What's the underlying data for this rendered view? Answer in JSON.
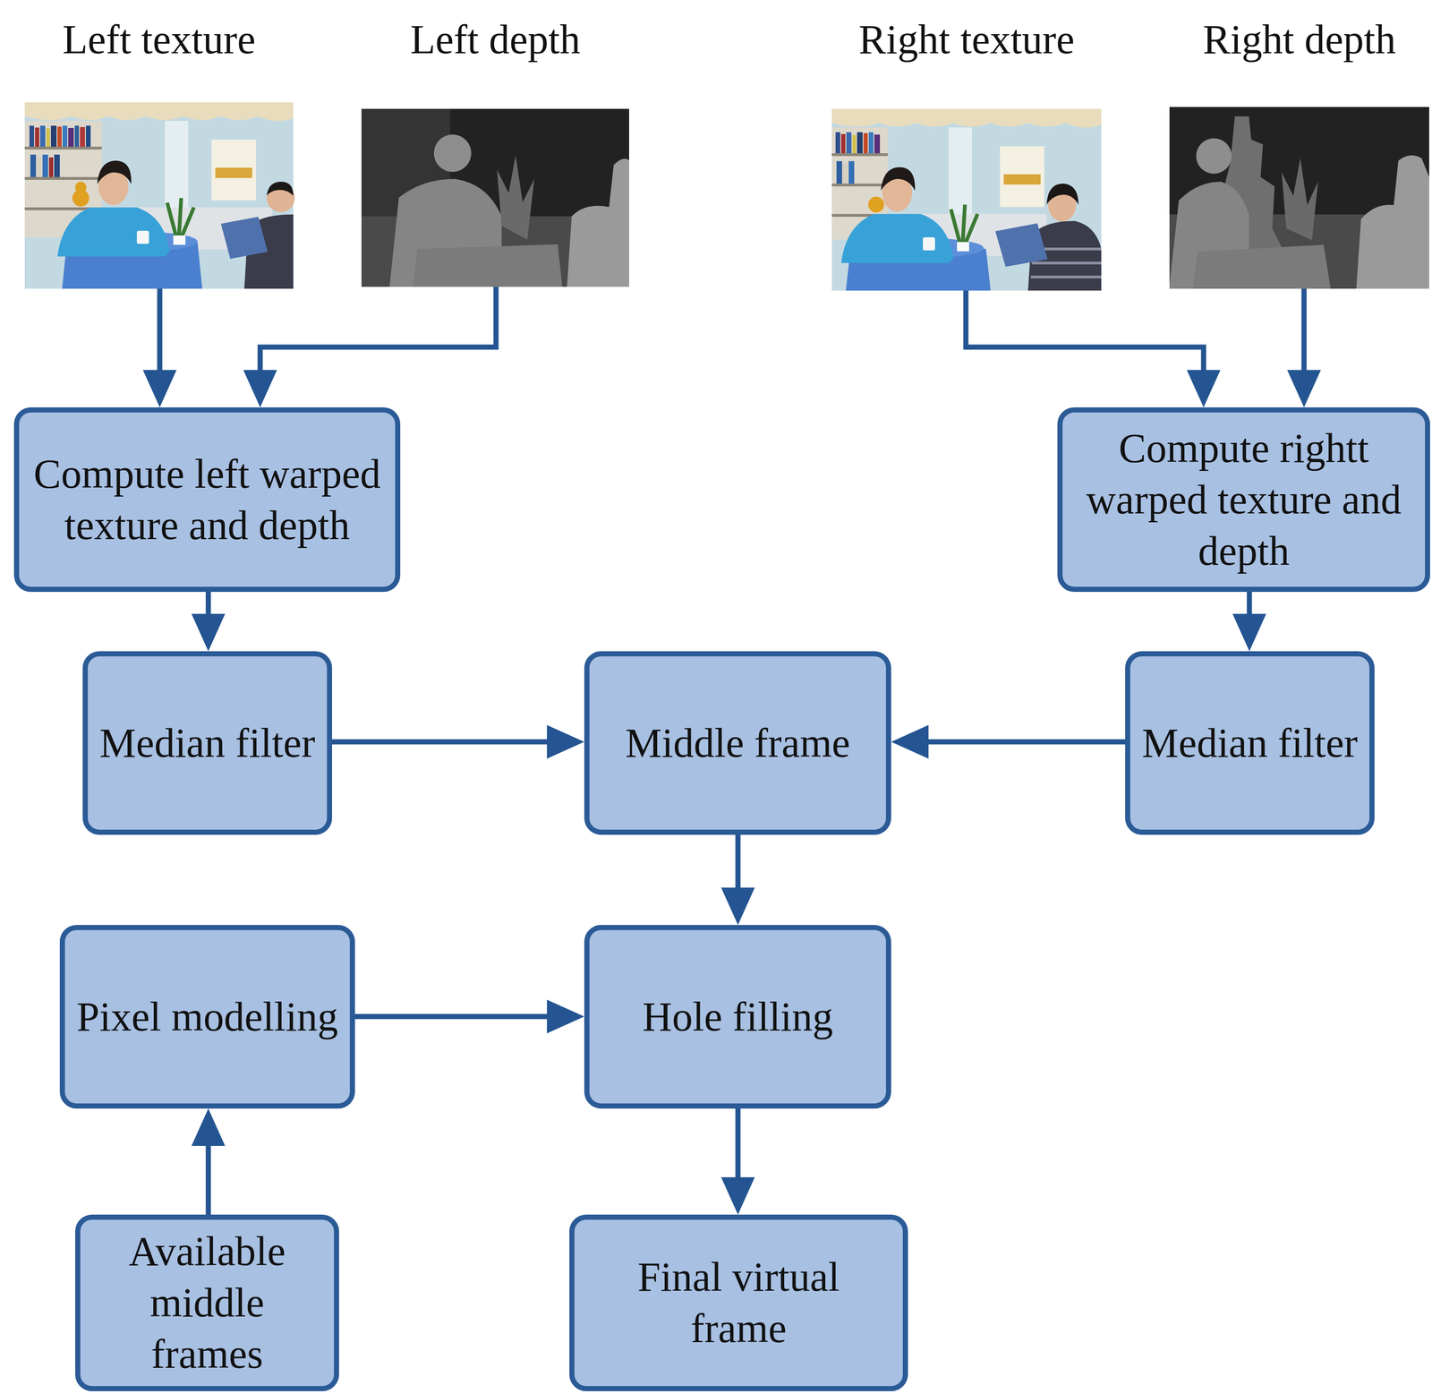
{
  "diagram": {
    "nodes": [
      {
        "text": [
          "Left texture"
        ]
      },
      {
        "text": [
          "Left depth"
        ]
      },
      {
        "text": [
          "Right texture"
        ]
      },
      {
        "text": [
          "Right depth"
        ]
      },
      {
        "text": [
          "Compute left warped texture and depth"
        ]
      },
      {
        "text": [
          "Compute rightt warped texture and depth"
        ]
      },
      {
        "text": [
          "Median filter"
        ]
      },
      {
        "text": [
          "Middle frame"
        ]
      },
      {
        "text": [
          "Median filter"
        ]
      },
      {
        "text": [
          "Pixel modelling"
        ]
      },
      {
        "text": [
          "Hole filling"
        ]
      },
      {
        "text": [
          "Available middle frames"
        ]
      },
      {
        "text": [
          "Final virtual frame"
        ]
      }
    ],
    "edges": [
      {
        "from": 0,
        "to": 4,
        "arrow": "to"
      },
      {
        "from": 1,
        "to": 4,
        "arrow": "to"
      },
      {
        "from": 2,
        "to": 5,
        "arrow": "to"
      },
      {
        "from": 3,
        "to": 5,
        "arrow": "to"
      },
      {
        "from": 4,
        "to": 6,
        "arrow": "to"
      },
      {
        "from": 5,
        "to": 8,
        "arrow": "to"
      },
      {
        "from": 6,
        "to": 7,
        "arrow": "to"
      },
      {
        "from": 8,
        "to": 7,
        "arrow": "to"
      },
      {
        "from": 7,
        "to": 10,
        "arrow": "to"
      },
      {
        "from": 9,
        "to": 10,
        "arrow": "to"
      },
      {
        "from": 11,
        "to": 9,
        "arrow": "to"
      },
      {
        "from": 10,
        "to": 12,
        "arrow": "to"
      }
    ]
  }
}
